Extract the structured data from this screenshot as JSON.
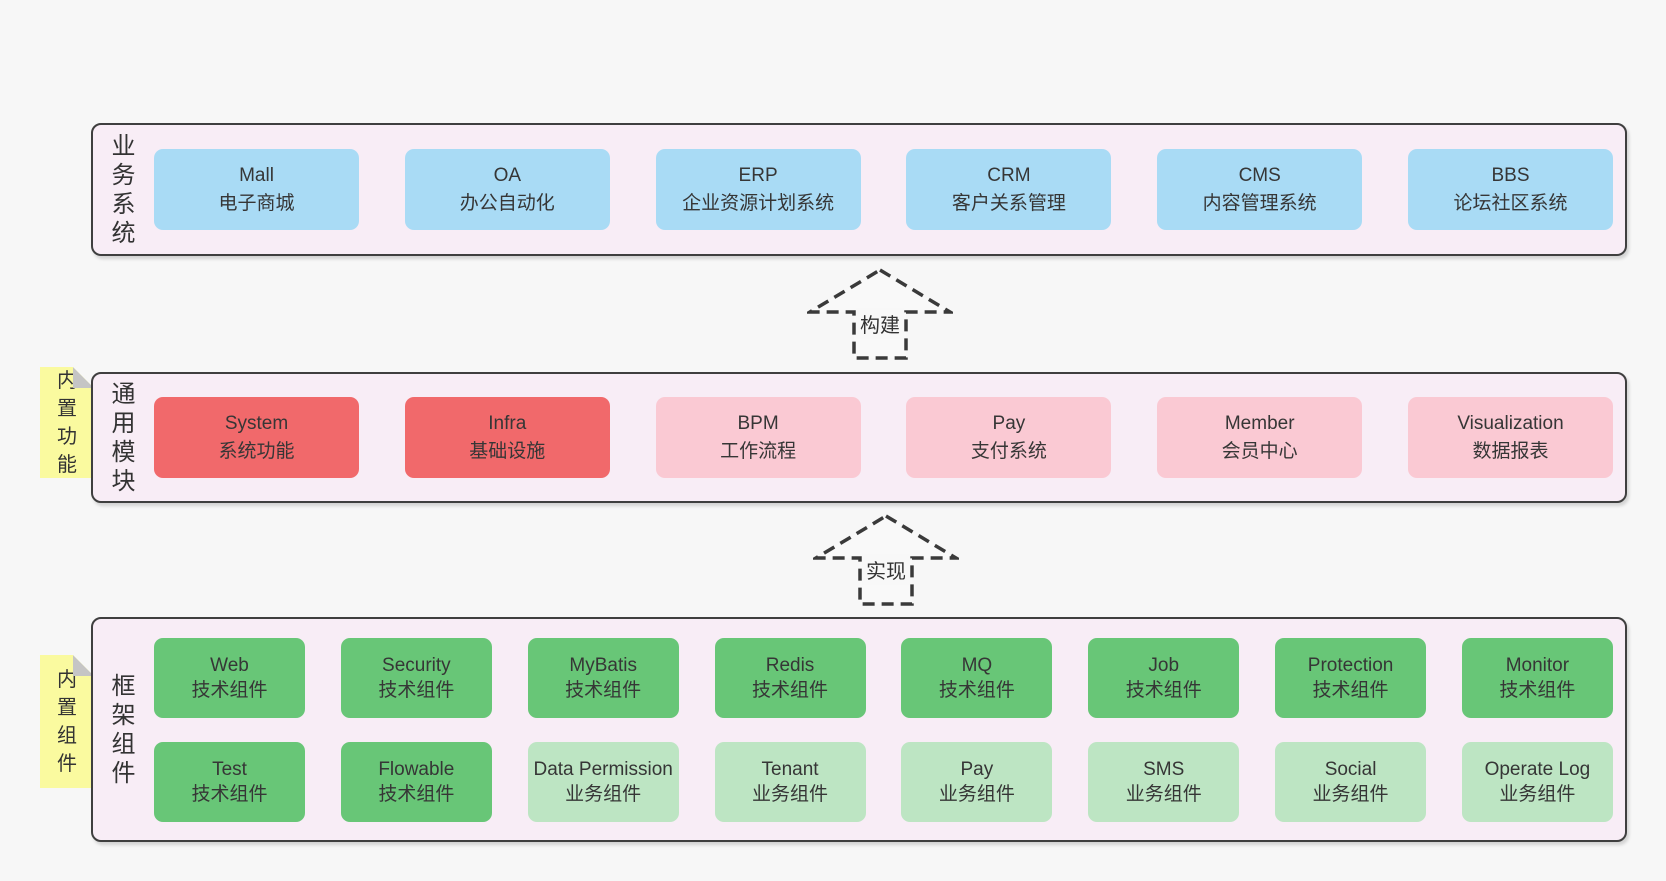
{
  "colors": {
    "page_bg": "#f7f7f7",
    "panel_bg": "#f8edf6",
    "panel_border": "#3f3f3f",
    "blue_box": "#a9dbf5",
    "red_box": "#f1696b",
    "pink_box": "#fac9d3",
    "green_dark_box": "#68c677",
    "green_light_box": "#bde5c3",
    "yellow_note": "#fafa9f",
    "note_fold": "#c5c5c5",
    "text": "#383838"
  },
  "sections": [
    {
      "label": "业务系统",
      "boxes": [
        {
          "name": "Mall",
          "desc": "电子商城"
        },
        {
          "name": "OA",
          "desc": "办公自动化"
        },
        {
          "name": "ERP",
          "desc": "企业资源计划系统"
        },
        {
          "name": "CRM",
          "desc": "客户关系管理"
        },
        {
          "name": "CMS",
          "desc": "内容管理系统"
        },
        {
          "name": "BBS",
          "desc": "论坛社区系统"
        }
      ]
    },
    {
      "label": "通用模块",
      "tab": "内置功能",
      "boxes": [
        {
          "name": "System",
          "desc": "系统功能"
        },
        {
          "name": "Infra",
          "desc": "基础设施"
        },
        {
          "name": "BPM",
          "desc": "工作流程"
        },
        {
          "name": "Pay",
          "desc": "支付系统"
        },
        {
          "name": "Member",
          "desc": "会员中心"
        },
        {
          "name": "Visualization",
          "desc": "数据报表"
        }
      ]
    },
    {
      "label": "框架组件",
      "tab": "内置组件",
      "rows": [
        [
          {
            "name": "Web",
            "desc": "技术组件"
          },
          {
            "name": "Security",
            "desc": "技术组件"
          },
          {
            "name": "MyBatis",
            "desc": "技术组件"
          },
          {
            "name": "Redis",
            "desc": "技术组件"
          },
          {
            "name": "MQ",
            "desc": "技术组件"
          },
          {
            "name": "Job",
            "desc": "技术组件"
          },
          {
            "name": "Protection",
            "desc": "技术组件"
          },
          {
            "name": "Monitor",
            "desc": "技术组件"
          }
        ],
        [
          {
            "name": "Test",
            "desc": "技术组件"
          },
          {
            "name": "Flowable",
            "desc": "技术组件"
          },
          {
            "name": "Data Permission",
            "desc": "业务组件"
          },
          {
            "name": "Tenant",
            "desc": "业务组件"
          },
          {
            "name": "Pay",
            "desc": "业务组件"
          },
          {
            "name": "SMS",
            "desc": "业务组件"
          },
          {
            "name": "Social",
            "desc": "业务组件"
          },
          {
            "name": "Operate Log",
            "desc": "业务组件"
          }
        ]
      ]
    }
  ],
  "arrows": [
    {
      "label": "构建"
    },
    {
      "label": "实现"
    }
  ]
}
